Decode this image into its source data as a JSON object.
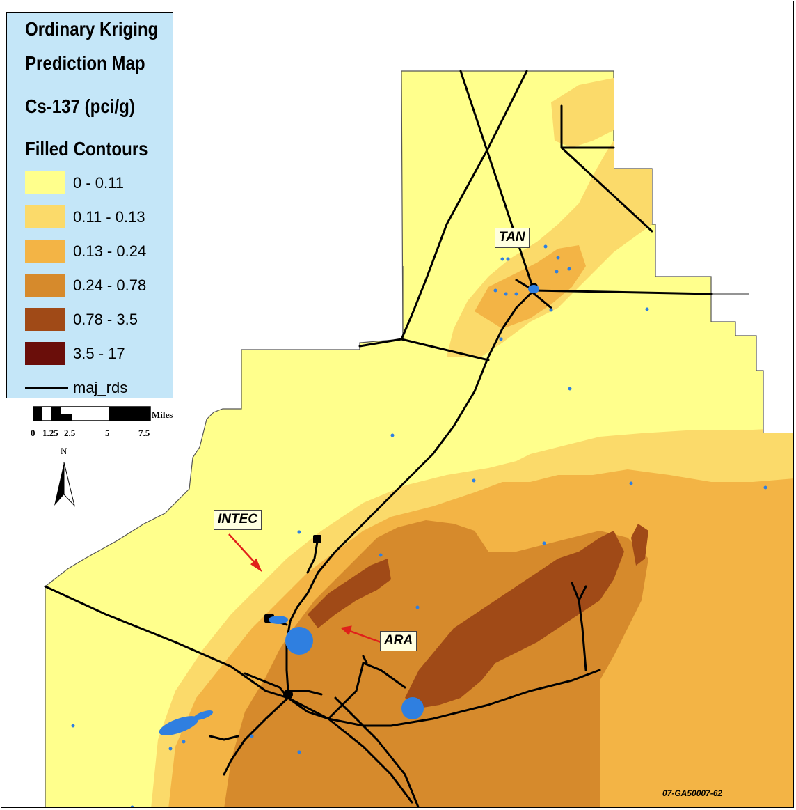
{
  "legend": {
    "title_lines": [
      "Ordinary Kriging",
      "Prediction Map",
      "Cs-137 (pci/g)",
      "Filled Contours"
    ],
    "classes": [
      {
        "label": "0 - 0.11",
        "color": "#ffff8c"
      },
      {
        "label": "0.11 - 0.13",
        "color": "#fbda6a"
      },
      {
        "label": "0.13 - 0.24",
        "color": "#f3b445"
      },
      {
        "label": "0.24 - 0.78",
        "color": "#d68a2c"
      },
      {
        "label": "0.78 - 3.5",
        "color": "#a04a17"
      },
      {
        "label": "3.5 - 17",
        "color": "#6a0e0a"
      }
    ],
    "road_label": "maj_rds"
  },
  "scale_bar": {
    "unit": "Miles",
    "ticks": [
      "0",
      "1.25",
      "2.5",
      "5",
      "7.5"
    ]
  },
  "north_arrow": {
    "label": "N"
  },
  "site_labels": {
    "tan": "TAN",
    "intec": "INTEC",
    "ara": "ARA"
  },
  "figure_code": "07-GA50007-62",
  "colors": {
    "road": "#000000",
    "sample_points": "#2f7fe0",
    "boundary": "#555555"
  }
}
